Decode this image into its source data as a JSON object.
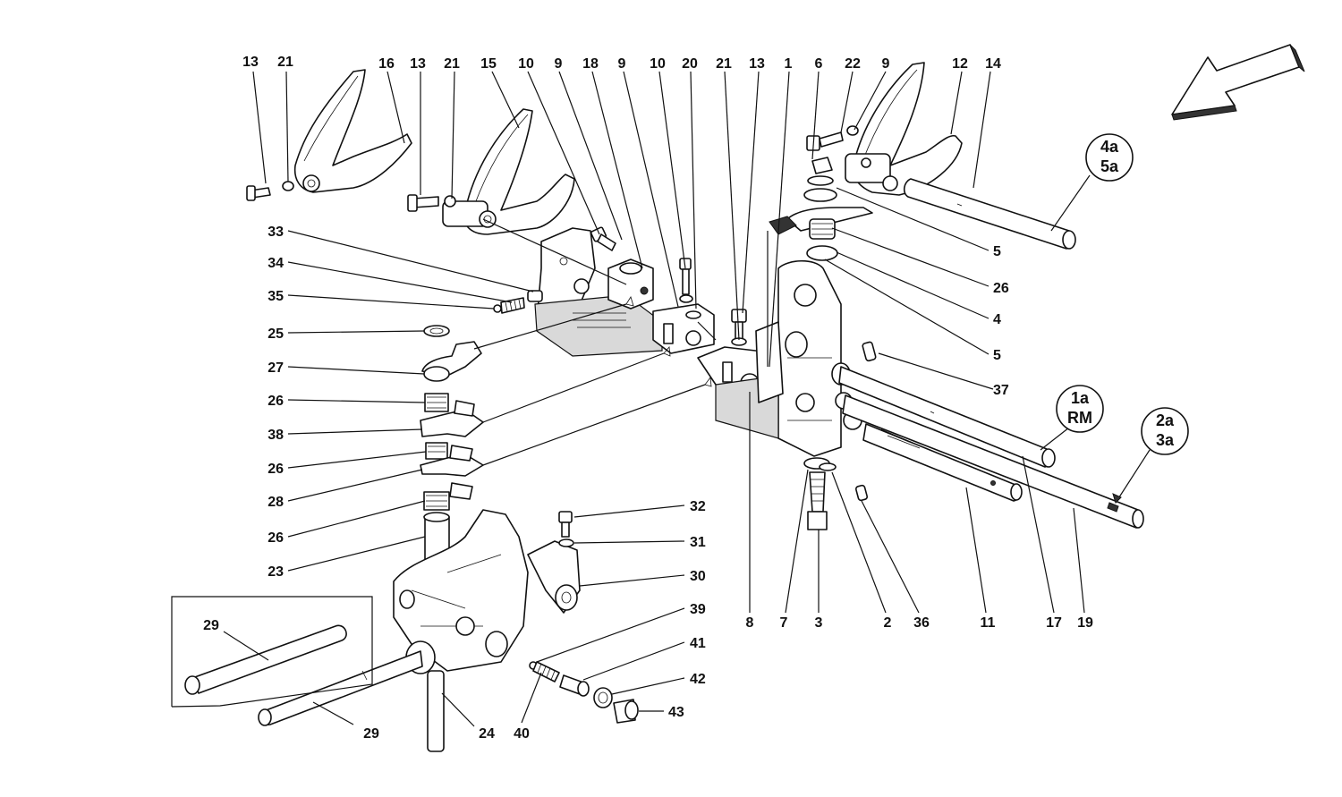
{
  "callouts": [
    {
      "id": "c13a",
      "text": "13"
    },
    {
      "id": "c21a",
      "text": "21"
    },
    {
      "id": "c16",
      "text": "16"
    },
    {
      "id": "c13b",
      "text": "13"
    },
    {
      "id": "c21b",
      "text": "21"
    },
    {
      "id": "c15",
      "text": "15"
    },
    {
      "id": "c10a",
      "text": "10"
    },
    {
      "id": "c9a",
      "text": "9"
    },
    {
      "id": "c18",
      "text": "18"
    },
    {
      "id": "c9b",
      "text": "9"
    },
    {
      "id": "c10b",
      "text": "10"
    },
    {
      "id": "c20",
      "text": "20"
    },
    {
      "id": "c21c",
      "text": "21"
    },
    {
      "id": "c13c",
      "text": "13"
    },
    {
      "id": "c1",
      "text": "1"
    },
    {
      "id": "c6",
      "text": "6"
    },
    {
      "id": "c22",
      "text": "22"
    },
    {
      "id": "c9c",
      "text": "9"
    },
    {
      "id": "c12",
      "text": "12"
    },
    {
      "id": "c14",
      "text": "14"
    },
    {
      "id": "c33",
      "text": "33"
    },
    {
      "id": "c34",
      "text": "34"
    },
    {
      "id": "c35",
      "text": "35"
    },
    {
      "id": "c25",
      "text": "25"
    },
    {
      "id": "c27",
      "text": "27"
    },
    {
      "id": "c26a",
      "text": "26"
    },
    {
      "id": "c38",
      "text": "38"
    },
    {
      "id": "c26b",
      "text": "26"
    },
    {
      "id": "c28",
      "text": "28"
    },
    {
      "id": "c26c",
      "text": "26"
    },
    {
      "id": "c23",
      "text": "23"
    },
    {
      "id": "c29a",
      "text": "29"
    },
    {
      "id": "c29b",
      "text": "29"
    },
    {
      "id": "c24",
      "text": "24"
    },
    {
      "id": "c40",
      "text": "40"
    },
    {
      "id": "c32",
      "text": "32"
    },
    {
      "id": "c31",
      "text": "31"
    },
    {
      "id": "c30",
      "text": "30"
    },
    {
      "id": "c39",
      "text": "39"
    },
    {
      "id": "c41",
      "text": "41"
    },
    {
      "id": "c42",
      "text": "42"
    },
    {
      "id": "c43",
      "text": "43"
    },
    {
      "id": "c8",
      "text": "8"
    },
    {
      "id": "c7",
      "text": "7"
    },
    {
      "id": "c3",
      "text": "3"
    },
    {
      "id": "c2",
      "text": "2"
    },
    {
      "id": "c36",
      "text": "36"
    },
    {
      "id": "c11",
      "text": "11"
    },
    {
      "id": "c17",
      "text": "17"
    },
    {
      "id": "c19",
      "text": "19"
    },
    {
      "id": "c5a",
      "text": "5"
    },
    {
      "id": "c26d",
      "text": "26"
    },
    {
      "id": "c4",
      "text": "4"
    },
    {
      "id": "c5b",
      "text": "5"
    },
    {
      "id": "c37",
      "text": "37"
    }
  ],
  "references": {
    "ref_4a5a": {
      "line1": "4a",
      "line2": "5a"
    },
    "ref_1aRM": {
      "line1": "1a",
      "line2": "RM"
    },
    "ref_2a3a": {
      "line1": "2a",
      "line2": "3a"
    }
  },
  "icons": {
    "direction_arrow": "arrow-down-left-icon"
  }
}
